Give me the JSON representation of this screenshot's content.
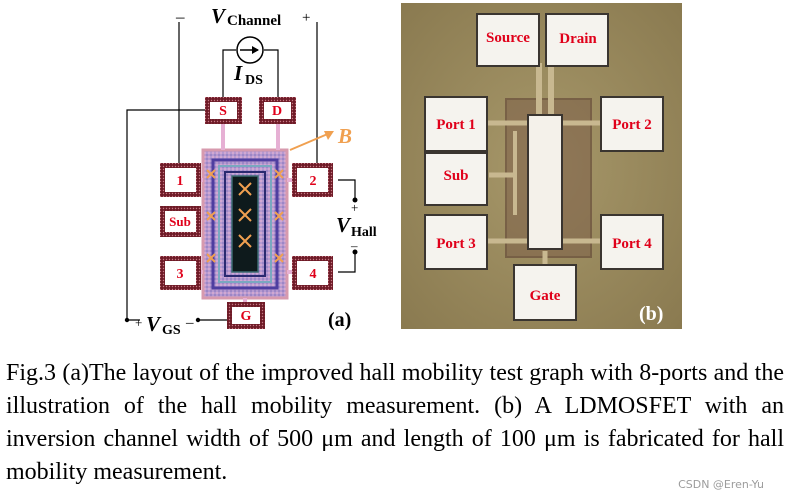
{
  "figure_a": {
    "v_channel_label": "V",
    "v_channel_sub": "Channel",
    "v_channel_minus": "–",
    "v_channel_plus": "+",
    "ids_label": "I",
    "ids_sub": "DS",
    "b_label": "B",
    "v_hall_label": "V",
    "v_hall_sub": "Hall",
    "v_hall_plus": "+",
    "v_hall_minus": "–",
    "v_gs_plus": "+",
    "v_gs_label": "V",
    "v_gs_sub": "GS",
    "v_gs_minus": "–",
    "panel_label": "(a)",
    "pads": {
      "s": "S",
      "d": "D",
      "p1": "1",
      "p2": "2",
      "sub": "Sub",
      "p3": "3",
      "p4": "4",
      "g": "G"
    }
  },
  "figure_b": {
    "panel_label": "(b)",
    "pads": {
      "source": "Source",
      "drain": "Drain",
      "port1": "Port 1",
      "port2": "Port 2",
      "sub": "Sub",
      "port3": "Port 3",
      "port4": "Port 4",
      "gate": "Gate"
    }
  },
  "caption": "Fig.3 (a)The layout of the improved hall mobility test graph with 8-ports and the illustration of the hall mobility measurement. (b) A LDMOSFET with an inversion channel width of 500 μm and length of 100 μm is fabricated for hall mobility measurement.",
  "watermark": "CSDN @Eren-Yu",
  "colors": {
    "pad_border": "#6e1a26",
    "pad_label": "#e0001a",
    "b_arrow": "#f0a050",
    "device_outline": "#d79aae",
    "photo_bg": "#9a8a5c"
  }
}
